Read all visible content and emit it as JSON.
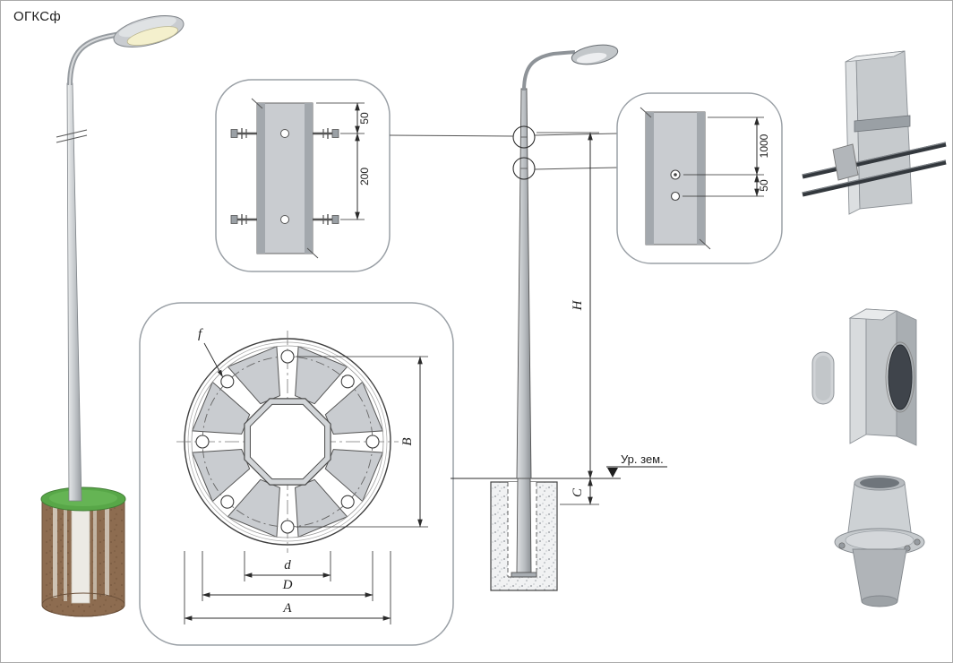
{
  "title": "ОГКСф",
  "detail_upper": {
    "dim_top": "50",
    "dim_between": "200"
  },
  "detail_right": {
    "dim_top": "1000",
    "dim_bottom": "50"
  },
  "flange_view": {
    "hole_label": "f",
    "height_label": "B",
    "inner_dia_label": "d",
    "bolt_circle_label": "D",
    "outer_label": "A"
  },
  "elevation": {
    "height_label": "H",
    "embed_label": "C",
    "ground_label": "Ур. зем."
  },
  "colors": {
    "line": "#2b2b2b",
    "callout_border": "#9aa0a6",
    "pole_fill": "#c3c7ca",
    "grass": "#58a748",
    "soil": "#8d6c50",
    "lamp_lens": "#f4f0cd"
  }
}
